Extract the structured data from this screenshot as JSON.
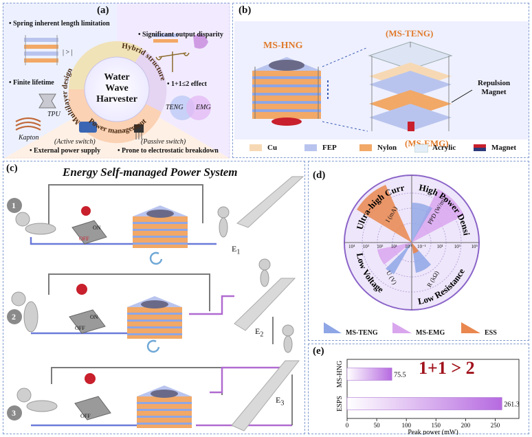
{
  "panels": {
    "a": {
      "label": "(a)",
      "center_line1": "Water",
      "center_line2": "Wave",
      "center_line3": "Harvester",
      "arc_multilayer": "Multilayer design",
      "arc_hybrid": "Hybrid structure",
      "arc_power": "Power management",
      "bullet_spring": "Spring inherent length limitation",
      "bullet_lifetime": "Finite lifetime",
      "bullet_disparity": "Significant output disparity",
      "bullet_effect": "1+1≤2 effect",
      "bullet_external": "External power supply",
      "bullet_electrostatic": "Prone to electrostatic breakdown",
      "tpu": "TPU",
      "kapton": "Kapton",
      "teng": "TENG",
      "emg": "EMG",
      "active_switch": "(Active switch)",
      "passive_switch": "(Passive switch)",
      "arrow_glyph": "| > |"
    },
    "b": {
      "label": "(b)",
      "ms_hng": "MS-HNG",
      "ms_teng": "(MS-TENG)",
      "ms_emg": "(MS-EMG)",
      "repulsion": "Repulsion",
      "magnet": "Magnet",
      "legend": [
        {
          "label": "Cu",
          "color": "#f6d9b4"
        },
        {
          "label": "FEP",
          "color": "#b9c4ee"
        },
        {
          "label": "Nylon",
          "color": "#f2a866"
        },
        {
          "label": "Acrylic",
          "color": "#e4eef8"
        },
        {
          "label": "Magnet",
          "color": "#c8202c"
        }
      ]
    },
    "c": {
      "label": "(c)",
      "title": "Energy Self-managed Power System",
      "steps": [
        "1",
        "2",
        "3"
      ],
      "e1": "E",
      "e1_sub": "1",
      "e2": "E",
      "e2_sub": "2",
      "e3": "E",
      "e3_sub": "3",
      "on": "ON",
      "off": "OFF"
    },
    "d": {
      "label": "(d)",
      "q_current": "Ultra-high Current",
      "q_power": "High Power Density",
      "q_voltage": "Low Voltage",
      "q_resistance": "Low Resistance",
      "axis_current": "I (mA)",
      "axis_power": "PPD (W/m³)",
      "axis_voltage": "U (V)",
      "axis_resistance": "R (kΩ)",
      "ticks_left": [
        "10⁴",
        "10³",
        "10²",
        "10¹",
        "10⁰"
      ],
      "ticks_right": [
        "10⁻¹",
        "10¹",
        "10³",
        "10⁵"
      ],
      "legend": [
        {
          "label": "MS-TENG",
          "color": "#8ea6e6"
        },
        {
          "label": "MS-EMG",
          "color": "#d9a6ee"
        },
        {
          "label": "ESS",
          "color": "#e9874e"
        }
      ]
    },
    "e": {
      "label": "(e)",
      "annotation": "1+1 > 2"
    }
  },
  "chart_data": {
    "type": "bar",
    "orientation": "horizontal",
    "categories": [
      "MS-HNG",
      "ESPS"
    ],
    "values": [
      75.5,
      261.3
    ],
    "value_labels": [
      "75.5",
      "261.3"
    ],
    "xlabel": "Peak power (mW)",
    "xlim": [
      0,
      290
    ],
    "xticks": [
      0,
      50,
      100,
      150,
      200,
      250
    ],
    "xtick_labels": [
      "0",
      "50",
      "100",
      "150",
      "200",
      "250"
    ],
    "bar_color": "#b66ae0"
  }
}
